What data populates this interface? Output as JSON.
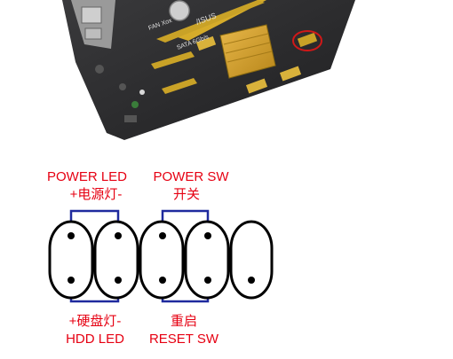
{
  "board": {
    "brand": "/ISUS",
    "fan_label": "FAN Xox",
    "sata_label": "SATA 6Gb/s"
  },
  "header": {
    "power_led_title": "POWER LED",
    "power_led_sub": "+电源灯-",
    "power_sw_title": "POWER SW",
    "power_sw_sub": "开关",
    "hdd_led_sub": "+硬盘灯-",
    "hdd_led_title": "HDD LED",
    "reset_sub": "重启",
    "reset_title": "RESET SW"
  },
  "colors": {
    "label_red": "#e60012",
    "wire_blue": "#1f2a9e",
    "pin_black": "#000000",
    "highlight_red": "#d01818",
    "board_dark": "#2b2b2d",
    "slot_gold": "#c9a227"
  }
}
